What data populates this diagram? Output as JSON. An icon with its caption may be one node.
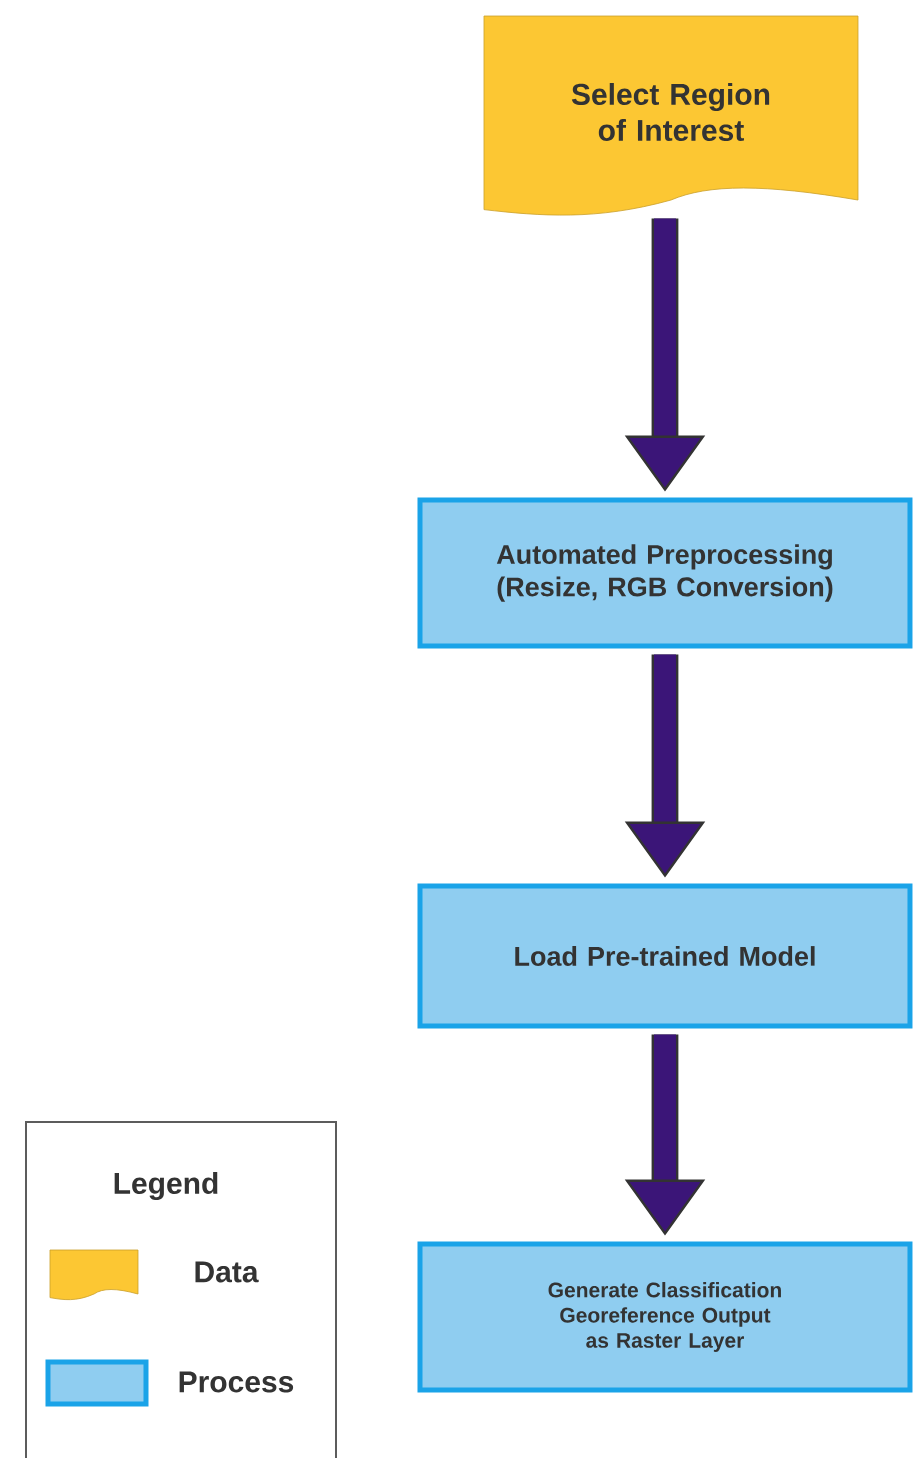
{
  "diagram": {
    "nodes": [
      {
        "text": [
          "Select Region of Interest"
        ]
      },
      {
        "text": [
          "Automated Preprocessing (Resize, RGB Conversion)"
        ]
      },
      {
        "text": [
          "Load Pre-trained Model"
        ]
      },
      {
        "text": [
          "Generate Classification Georeference Output as Raster Layer"
        ]
      }
    ],
    "edges": [
      {
        "from": 0,
        "to": 1,
        "arrow": "to"
      },
      {
        "from": 1,
        "to": 2,
        "arrow": "to"
      },
      {
        "from": 2,
        "to": 3,
        "arrow": "to"
      }
    ],
    "labels": [
      "Legend"
    ],
    "legend": [
      {
        "text": "Data",
        "color": "#fcc733"
      },
      {
        "text": "Process",
        "color": "#8fcdf0"
      }
    ]
  }
}
